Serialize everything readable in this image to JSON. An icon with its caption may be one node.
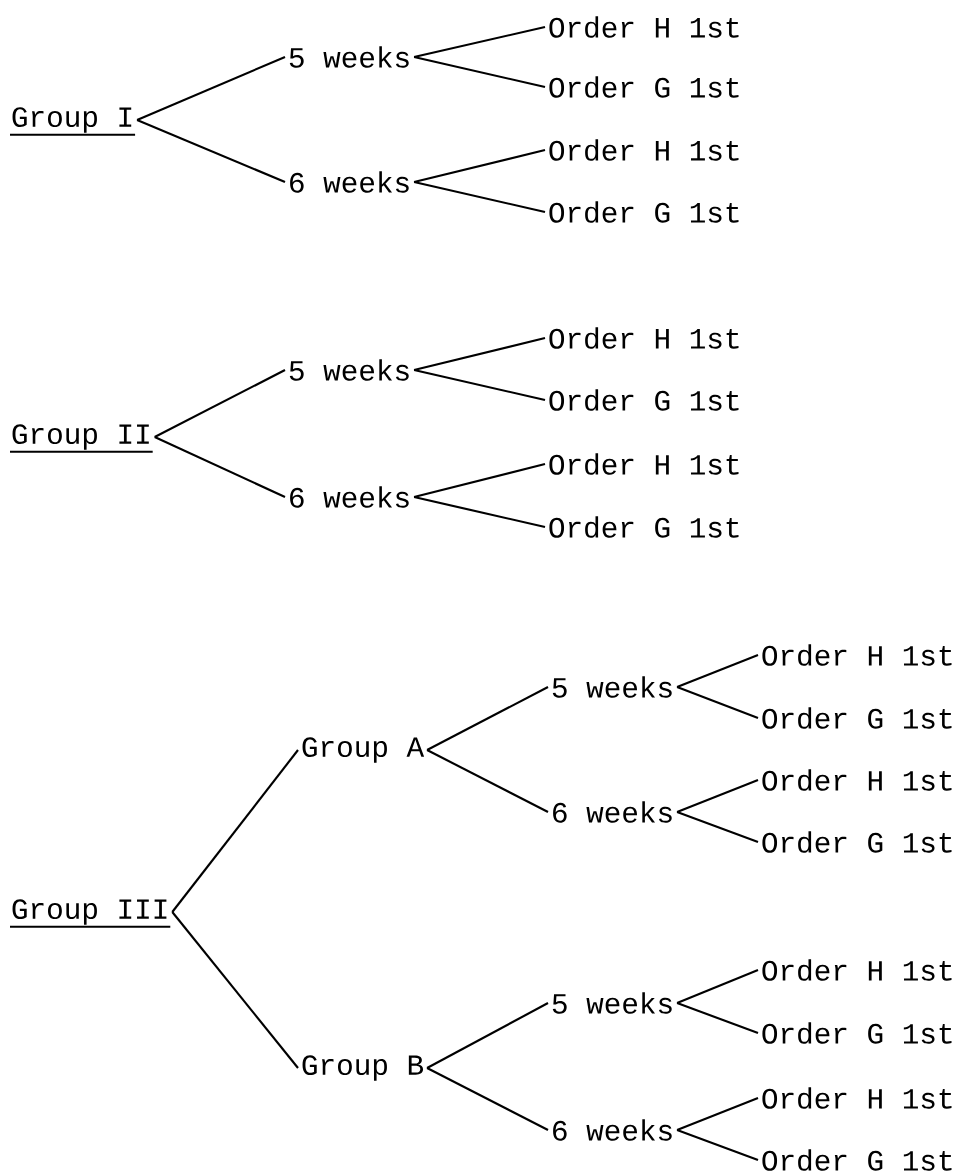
{
  "diagram": {
    "nodes": [
      {
        "text": [
          "Group I"
        ]
      },
      {
        "text": [
          "5 weeks"
        ]
      },
      {
        "text": [
          "Order H 1st"
        ]
      },
      {
        "text": [
          "Order G 1st"
        ]
      },
      {
        "text": [
          "6 weeks"
        ]
      },
      {
        "text": [
          "Order H 1st"
        ]
      },
      {
        "text": [
          "Order G 1st"
        ]
      },
      {
        "text": [
          "Group II"
        ]
      },
      {
        "text": [
          "5 weeks"
        ]
      },
      {
        "text": [
          "Order H 1st"
        ]
      },
      {
        "text": [
          "Order G 1st"
        ]
      },
      {
        "text": [
          "6 weeks"
        ]
      },
      {
        "text": [
          "Order H 1st"
        ]
      },
      {
        "text": [
          "Order G 1st"
        ]
      },
      {
        "text": [
          "Group III"
        ]
      },
      {
        "text": [
          "Group A"
        ]
      },
      {
        "text": [
          "5 weeks"
        ]
      },
      {
        "text": [
          "Order H 1st"
        ]
      },
      {
        "text": [
          "Order G 1st"
        ]
      },
      {
        "text": [
          "6 weeks"
        ]
      },
      {
        "text": [
          "Order H 1st"
        ]
      },
      {
        "text": [
          "Order G 1st"
        ]
      },
      {
        "text": [
          "Group B"
        ]
      },
      {
        "text": [
          "5 weeks"
        ]
      },
      {
        "text": [
          "Order H 1st"
        ]
      },
      {
        "text": [
          "Order G 1st"
        ]
      },
      {
        "text": [
          "6 weeks"
        ]
      },
      {
        "text": [
          "Order H 1st"
        ]
      },
      {
        "text": [
          "Order G 1st"
        ]
      }
    ],
    "edges": [
      {
        "from": 0,
        "to": 1,
        "arrow": "none"
      },
      {
        "from": 1,
        "to": 2,
        "arrow": "none"
      },
      {
        "from": 1,
        "to": 3,
        "arrow": "none"
      },
      {
        "from": 0,
        "to": 4,
        "arrow": "none"
      },
      {
        "from": 4,
        "to": 5,
        "arrow": "none"
      },
      {
        "from": 4,
        "to": 6,
        "arrow": "none"
      },
      {
        "from": 7,
        "to": 8,
        "arrow": "none"
      },
      {
        "from": 8,
        "to": 9,
        "arrow": "none"
      },
      {
        "from": 8,
        "to": 10,
        "arrow": "none"
      },
      {
        "from": 7,
        "to": 11,
        "arrow": "none"
      },
      {
        "from": 11,
        "to": 12,
        "arrow": "none"
      },
      {
        "from": 11,
        "to": 13,
        "arrow": "none"
      },
      {
        "from": 14,
        "to": 15,
        "arrow": "none"
      },
      {
        "from": 15,
        "to": 16,
        "arrow": "none"
      },
      {
        "from": 16,
        "to": 17,
        "arrow": "none"
      },
      {
        "from": 16,
        "to": 18,
        "arrow": "none"
      },
      {
        "from": 15,
        "to": 19,
        "arrow": "none"
      },
      {
        "from": 19,
        "to": 20,
        "arrow": "none"
      },
      {
        "from": 19,
        "to": 21,
        "arrow": "none"
      },
      {
        "from": 14,
        "to": 22,
        "arrow": "none"
      },
      {
        "from": 22,
        "to": 23,
        "arrow": "none"
      },
      {
        "from": 23,
        "to": 24,
        "arrow": "none"
      },
      {
        "from": 23,
        "to": 25,
        "arrow": "none"
      },
      {
        "from": 22,
        "to": 26,
        "arrow": "none"
      },
      {
        "from": 26,
        "to": 27,
        "arrow": "none"
      },
      {
        "from": 26,
        "to": 28,
        "arrow": "none"
      }
    ]
  }
}
